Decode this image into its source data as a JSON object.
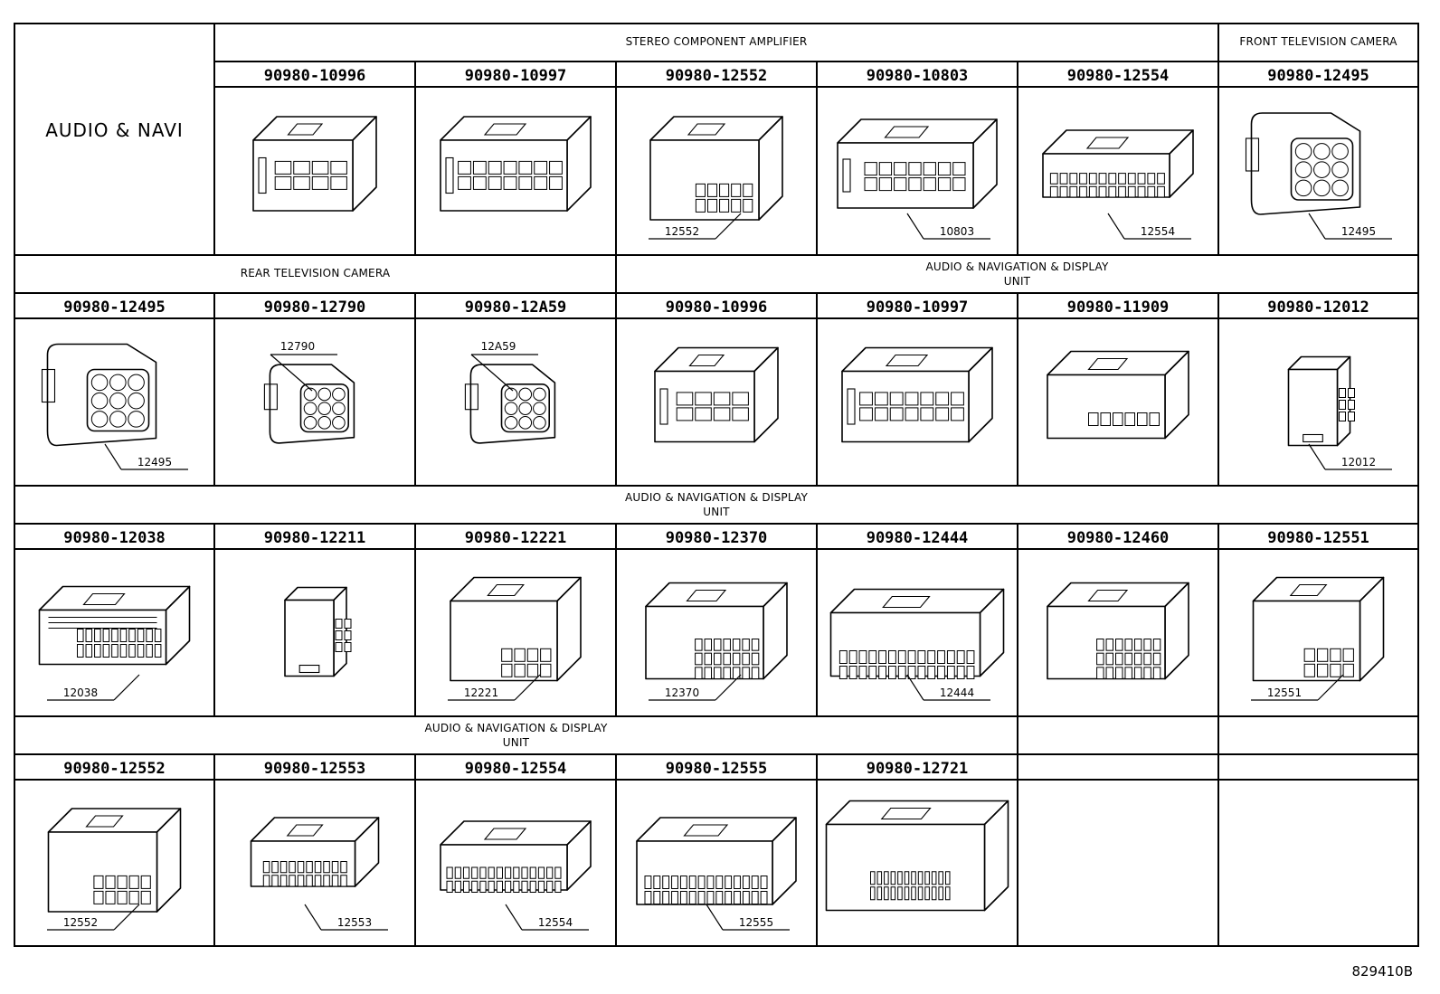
{
  "title": "AUDIO & NAVI",
  "figure_id": "829410B",
  "sections": [
    {
      "labels": [
        {
          "text": "STEREO COMPONENT AMPLIFIER",
          "col_start": 0,
          "col_end": 5
        },
        {
          "text": "FRONT TELEVISION CAMERA",
          "col_start": 5,
          "col_end": 6
        }
      ],
      "has_title_cell": true,
      "cells": [
        {
          "part": "90980-10996",
          "callout": ""
        },
        {
          "part": "90980-10997",
          "callout": ""
        },
        {
          "part": "90980-12552",
          "callout": "12552"
        },
        {
          "part": "90980-10803",
          "callout": "10803"
        },
        {
          "part": "90980-12554",
          "callout": "12554"
        },
        {
          "part": "90980-12495",
          "callout": "12495"
        }
      ]
    },
    {
      "labels": [
        {
          "text": "REAR TELEVISION CAMERA",
          "col_start": 0,
          "col_end": 3
        },
        {
          "text": "AUDIO & NAVIGATION & DISPLAY",
          "text2": "UNIT",
          "col_start": 3,
          "col_end": 7
        }
      ],
      "has_title_cell": false,
      "cells": [
        {
          "part": "90980-12495",
          "callout": "12495"
        },
        {
          "part": "90980-12790",
          "callout": "12790"
        },
        {
          "part": "90980-12A59",
          "callout": "12A59"
        },
        {
          "part": "90980-10996",
          "callout": ""
        },
        {
          "part": "90980-10997",
          "callout": ""
        },
        {
          "part": "90980-11909",
          "callout": ""
        },
        {
          "part": "90980-12012",
          "callout": "12012"
        }
      ]
    },
    {
      "labels": [
        {
          "text": "AUDIO & NAVIGATION & DISPLAY",
          "text2": "UNIT",
          "col_start": 0,
          "col_end": 7
        }
      ],
      "has_title_cell": false,
      "cells": [
        {
          "part": "90980-12038",
          "callout": "12038"
        },
        {
          "part": "90980-12211",
          "callout": ""
        },
        {
          "part": "90980-12221",
          "callout": "12221"
        },
        {
          "part": "90980-12370",
          "callout": "12370"
        },
        {
          "part": "90980-12444",
          "callout": "12444"
        },
        {
          "part": "90980-12460",
          "callout": ""
        },
        {
          "part": "90980-12551",
          "callout": "12551"
        }
      ]
    },
    {
      "labels": [
        {
          "text": "AUDIO & NAVIGATION & DISPLAY",
          "text2": "UNIT",
          "col_start": 0,
          "col_end": 5
        }
      ],
      "has_title_cell": false,
      "cells": [
        {
          "part": "90980-12552",
          "callout": "12552"
        },
        {
          "part": "90980-12553",
          "callout": "12553"
        },
        {
          "part": "90980-12554",
          "callout": "12554"
        },
        {
          "part": "90980-12555",
          "callout": "12555"
        },
        {
          "part": "90980-12721",
          "callout": ""
        },
        {
          "part": "",
          "callout": ""
        },
        {
          "part": "",
          "callout": ""
        }
      ]
    }
  ]
}
